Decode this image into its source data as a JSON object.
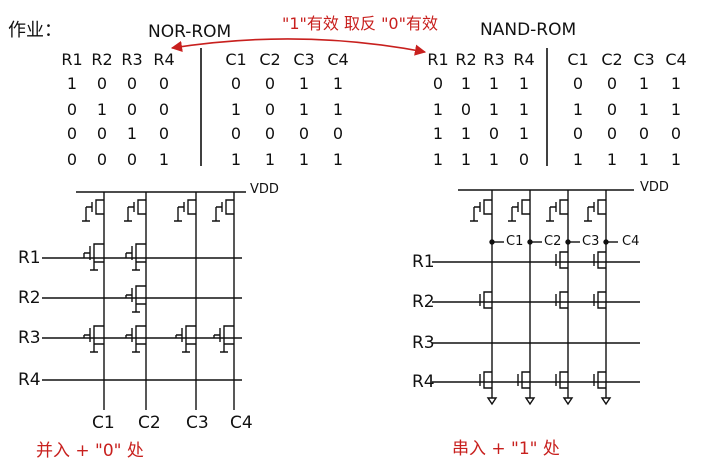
{
  "title": "作业：",
  "note": "\"1\"有效  取反  \"0\"有效",
  "accent_color": "#c8201e",
  "nor": {
    "label": "NOR-ROM",
    "row_headers": [
      "R1",
      "R2",
      "R3",
      "R4"
    ],
    "col_headers": [
      "C1",
      "C2",
      "C3",
      "C4"
    ],
    "r_values": [
      [
        "1",
        "0",
        "0",
        "0"
      ],
      [
        "0",
        "1",
        "0",
        "0"
      ],
      [
        "0",
        "0",
        "1",
        "0"
      ],
      [
        "0",
        "0",
        "0",
        "1"
      ]
    ],
    "c_values": [
      [
        "0",
        "0",
        "1",
        "1"
      ],
      [
        "1",
        "0",
        "1",
        "1"
      ],
      [
        "0",
        "0",
        "0",
        "0"
      ],
      [
        "1",
        "1",
        "1",
        "1"
      ]
    ],
    "vdd": "VDD",
    "rows": [
      "R1",
      "R2",
      "R3",
      "R4"
    ],
    "cols": [
      "C1",
      "C2",
      "C3",
      "C4"
    ],
    "caption": "并入 + \"0\" 处"
  },
  "nand": {
    "label": "NAND-ROM",
    "row_headers": [
      "R1",
      "R2",
      "R3",
      "R4"
    ],
    "col_headers": [
      "C1",
      "C2",
      "C3",
      "C4"
    ],
    "r_values": [
      [
        "0",
        "1",
        "1",
        "1"
      ],
      [
        "1",
        "0",
        "1",
        "1"
      ],
      [
        "1",
        "1",
        "0",
        "1"
      ],
      [
        "1",
        "1",
        "1",
        "0"
      ]
    ],
    "c_values": [
      [
        "0",
        "0",
        "1",
        "1"
      ],
      [
        "1",
        "0",
        "1",
        "1"
      ],
      [
        "0",
        "0",
        "0",
        "0"
      ],
      [
        "1",
        "1",
        "1",
        "1"
      ]
    ],
    "vdd": "VDD",
    "rows": [
      "R1",
      "R2",
      "R3",
      "R4"
    ],
    "col_taps": [
      "C1",
      "C2",
      "C3",
      "C4"
    ],
    "caption": "串入 + \"1\" 处"
  }
}
